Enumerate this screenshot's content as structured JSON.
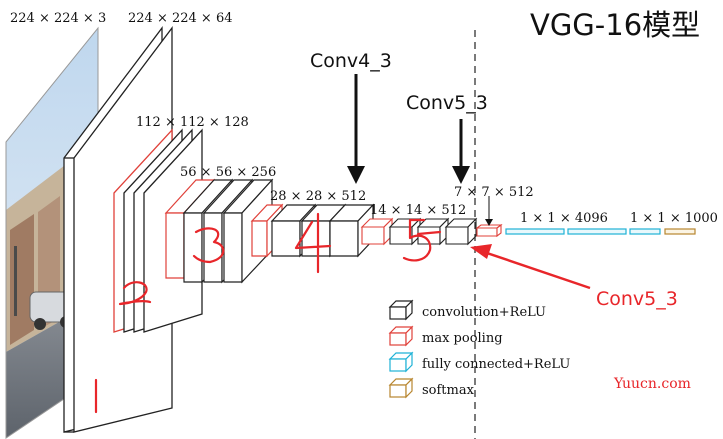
{
  "title": "VGG-16模型",
  "dims": {
    "input": "224 × 224 × 3",
    "b1": "224 × 224 × 64",
    "b2": "112 × 112 × 128",
    "b3": "56 × 56 × 256",
    "b4": "28 × 28 × 512",
    "b5": "14 × 14 × 512",
    "p5": "7 × 7 × 512",
    "fc": "1 × 1 × 4096",
    "out": "1 × 1 × 1000"
  },
  "callouts": {
    "conv4_3": "Conv4_3",
    "conv5_3_top": "Conv5_3",
    "conv5_3_right": "Conv5_3"
  },
  "legend": [
    {
      "label": "convolution+ReLU",
      "color": "#222222"
    },
    {
      "label": "max pooling",
      "color": "#e0413a"
    },
    {
      "label": "fully connected+ReLU",
      "color": "#1fb2d6"
    },
    {
      "label": "softmax",
      "color": "#b8862f"
    }
  ],
  "watermark": "Yuucn.com",
  "colors": {
    "conv": "#222222",
    "pool": "#e0413a",
    "fc": "#1fb2d6",
    "softmax": "#b8862f",
    "annotation": "#e8262a"
  }
}
